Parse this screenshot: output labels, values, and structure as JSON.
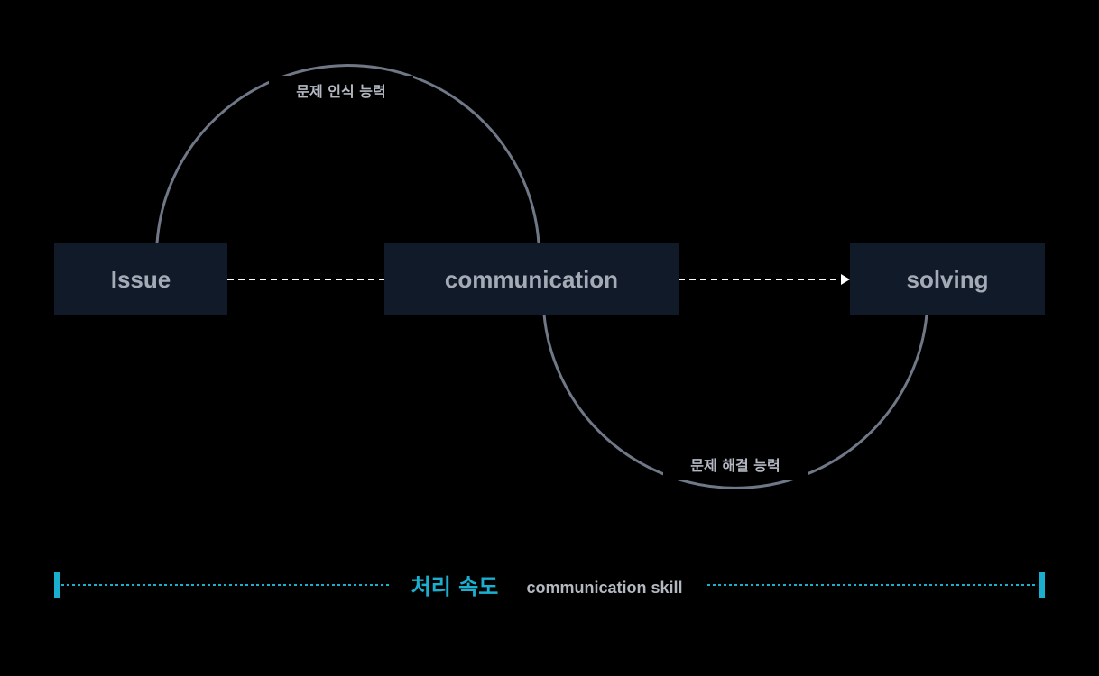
{
  "colors": {
    "background": "#000000",
    "node_fill": "#111a28",
    "node_text": "#a4abb7",
    "arc_stroke": "#707887",
    "arc_label": "#b3b8c1",
    "connector": "#ffffff",
    "accent": "#1aafcf",
    "skill_text": "#b3b8c1"
  },
  "nodes": {
    "issue": "Issue",
    "communication": "communication",
    "solving": "solving"
  },
  "arcs": {
    "recognition_label": "문제 인식 능력",
    "resolution_label": "문제 해결 능력"
  },
  "scale": {
    "speed_label": "처리 속도",
    "skill_label": "communication skill"
  }
}
